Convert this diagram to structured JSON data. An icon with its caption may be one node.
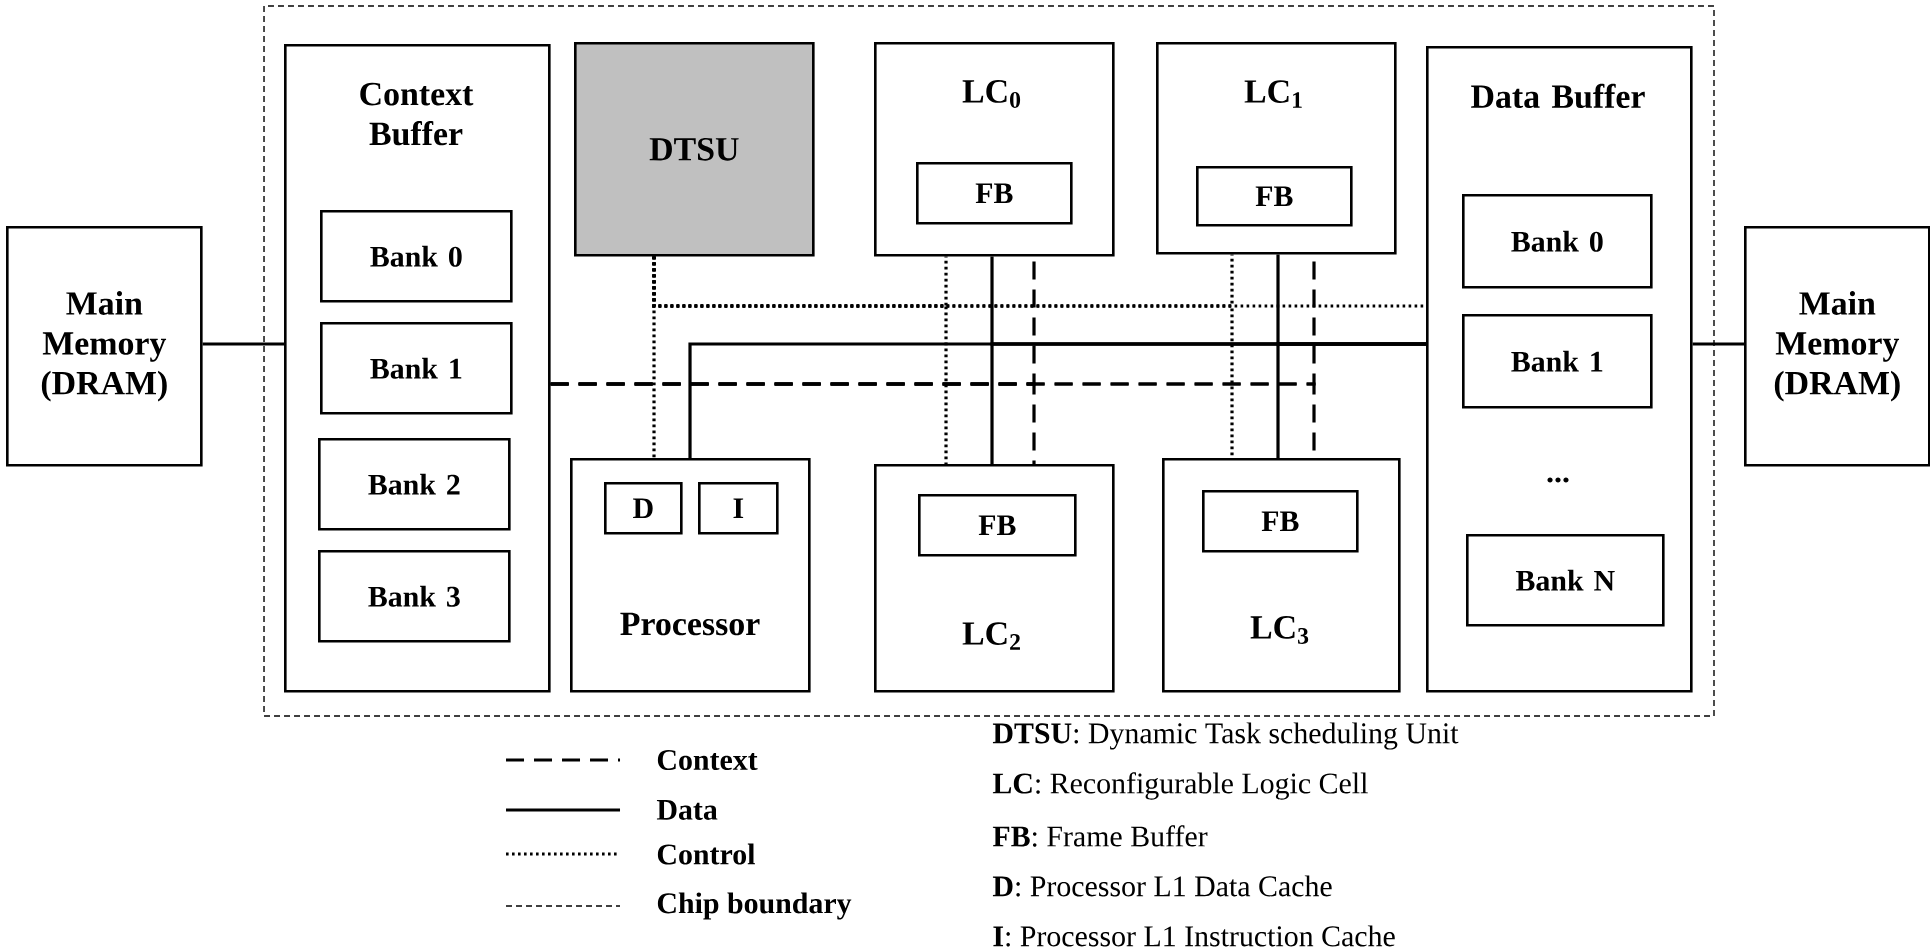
{
  "diagram": {
    "nodes": [
      {
        "text": [
          "Main Memory (DRAM)"
        ]
      },
      {
        "text": [
          "Context Buffer"
        ]
      },
      {
        "text": [
          "Bank 0"
        ],
        "in": 1
      },
      {
        "text": [
          "Bank 1"
        ],
        "in": 1
      },
      {
        "text": [
          "Bank 2"
        ],
        "in": 1
      },
      {
        "text": [
          "Bank 3"
        ],
        "in": 1
      },
      {
        "text": [
          "DTSU"
        ]
      },
      {
        "text": [
          "Processor"
        ]
      },
      {
        "text": [
          "D"
        ],
        "in": 7
      },
      {
        "text": [
          "I"
        ],
        "in": 7
      },
      {
        "text": [
          "LC$_{0}$"
        ]
      },
      {
        "text": [
          "FB"
        ],
        "in": 10
      },
      {
        "text": [
          "LC$_{2}$"
        ]
      },
      {
        "text": [
          "FB"
        ],
        "in": 12
      },
      {
        "text": [
          "LC$_{1}$"
        ]
      },
      {
        "text": [
          "FB"
        ],
        "in": 14
      },
      {
        "text": [
          "LC$_{3}$"
        ]
      },
      {
        "text": [
          "FB"
        ],
        "in": 16
      },
      {
        "text": [
          "Data Buffer"
        ]
      },
      {
        "text": [
          "Bank 0"
        ],
        "in": 18
      },
      {
        "text": [
          "Bank 1"
        ],
        "in": 18
      },
      {
        "text": [
          "Bank N"
        ],
        "in": 18
      },
      {
        "text": [
          "Main Memory (DRAM)"
        ]
      }
    ],
    "edges": [
      {
        "from": 0,
        "to": 1,
        "arrow": "none"
      },
      {
        "from": 1,
        "to": 10,
        "arrow": "none",
        "style": "dashed"
      },
      {
        "from": 1,
        "to": 12,
        "arrow": "none",
        "style": "dashed"
      },
      {
        "from": 1,
        "to": 14,
        "arrow": "none",
        "style": "dashed"
      },
      {
        "from": 1,
        "to": 16,
        "arrow": "none",
        "style": "dashed"
      },
      {
        "from": 18,
        "to": 7,
        "arrow": "none"
      },
      {
        "from": 18,
        "to": 10,
        "arrow": "none"
      },
      {
        "from": 18,
        "to": 12,
        "arrow": "none"
      },
      {
        "from": 18,
        "to": 14,
        "arrow": "none"
      },
      {
        "from": 18,
        "to": 16,
        "arrow": "none"
      },
      {
        "from": 6,
        "to": 7,
        "arrow": "none",
        "style": "dashed"
      },
      {
        "from": 6,
        "to": 10,
        "arrow": "none",
        "style": "dashed"
      },
      {
        "from": 6,
        "to": 12,
        "arrow": "none",
        "style": "dashed"
      },
      {
        "from": 6,
        "to": 14,
        "arrow": "none",
        "style": "dashed"
      },
      {
        "from": 6,
        "to": 16,
        "arrow": "none",
        "style": "dashed"
      },
      {
        "from": 6,
        "to": 18,
        "arrow": "none",
        "style": "dashed"
      },
      {
        "from": 18,
        "to": 22,
        "arrow": "none"
      }
    ],
    "labels": [
      "...",
      "**DTSU**: Dynamic Task scheduling Unit",
      "**LC**: Reconfigurable Logic Cell",
      "**FB**: Frame Buffer",
      "**D**: Processor L1 Data Cache",
      "**I**: Processor L1 Instruction Cache"
    ],
    "legend": [
      {
        "text": "Context"
      },
      {
        "text": "Data"
      },
      {
        "text": "Control"
      },
      {
        "text": "Chip boundary"
      }
    ]
  }
}
